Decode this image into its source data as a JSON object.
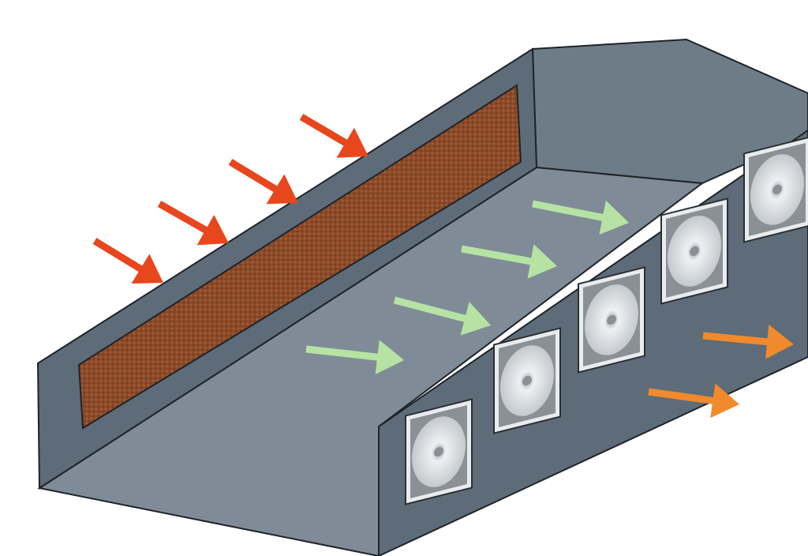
{
  "diagram": {
    "subject": "tunnel-ventilation-with-evaporative-cooling-pad",
    "colors": {
      "wall": "#5d6c78",
      "back_wall": "#6e7c88",
      "floor": "#7f8c97",
      "outline": "#1e2328",
      "cooling_pad": "#8b4a28",
      "incoming_air_arrow": "#e8461c",
      "internal_air_arrow": "#b6e3a4",
      "exhaust_air_arrow": "#f08a2c",
      "fan_frame": "#e9ecef",
      "fan_blade": "#d7dadc"
    },
    "fan_count": 5,
    "incoming_arrow_count": 4,
    "internal_arrow_count": 4,
    "exhaust_arrow_count": 2
  }
}
